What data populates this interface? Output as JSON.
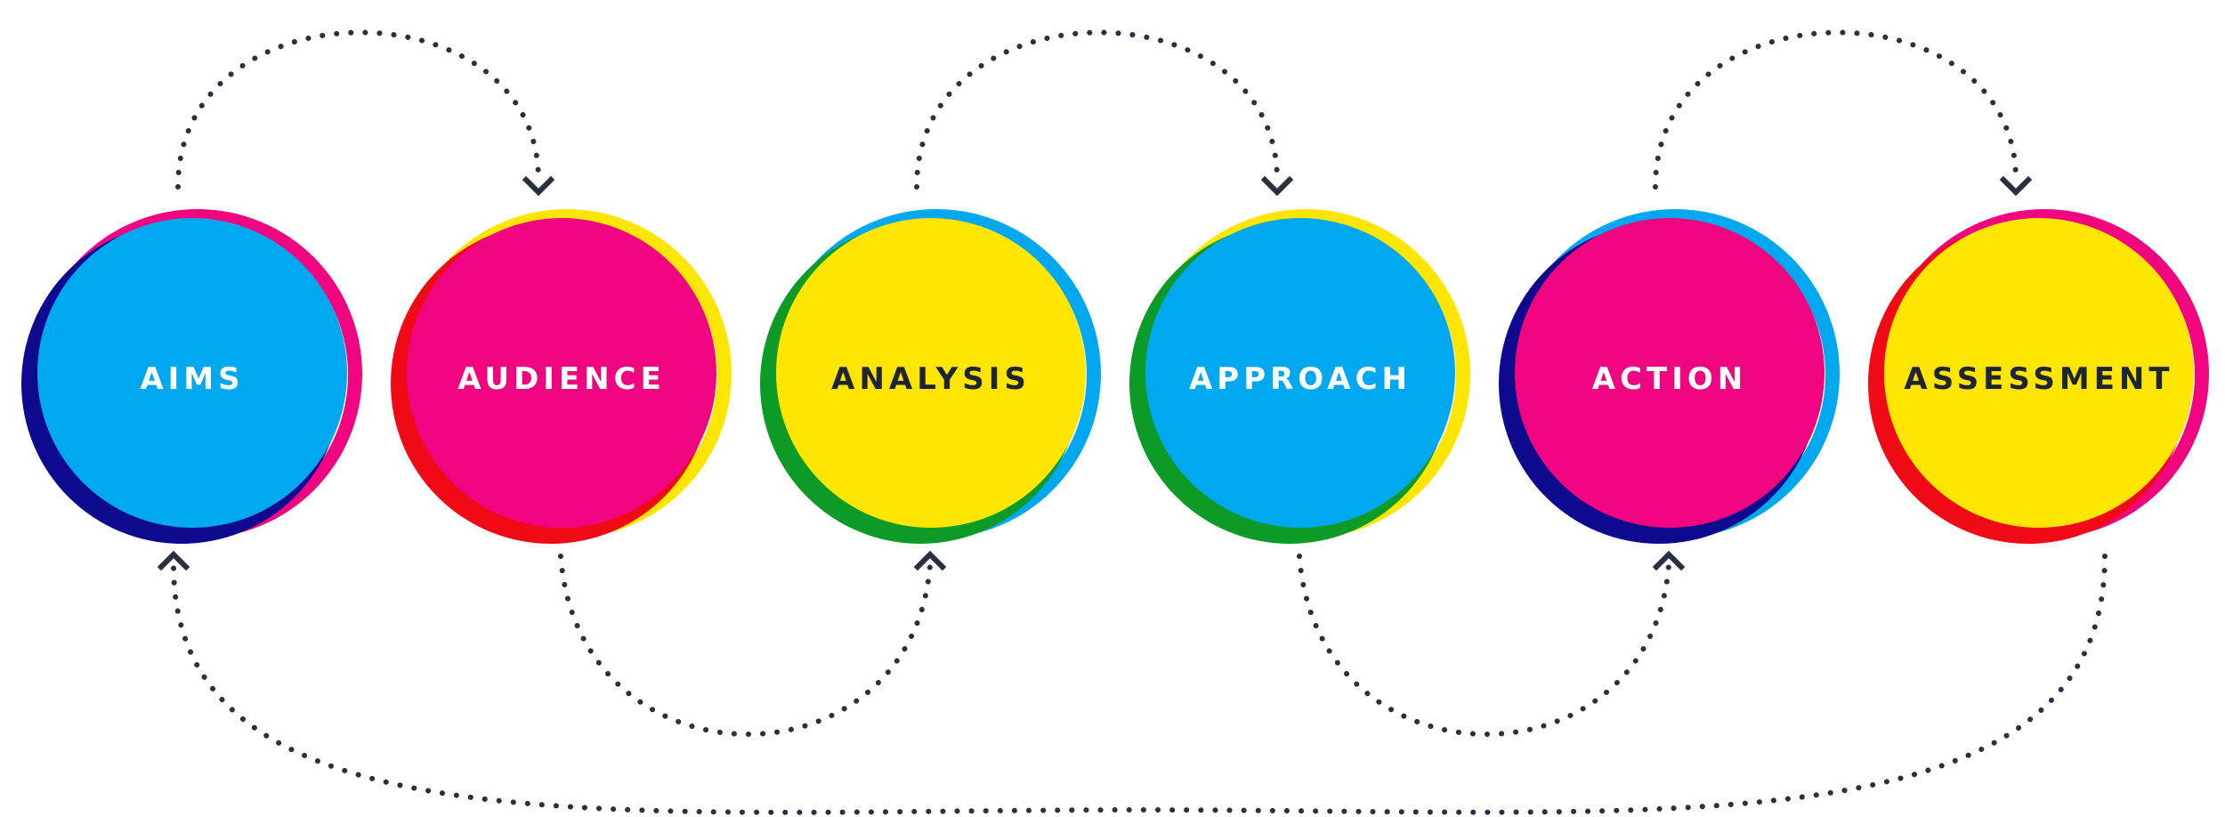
{
  "colors": {
    "cyan": "#00A8F0",
    "magenta": "#F0047F",
    "yellow": "#FFE600",
    "navy": "#0D0A8F",
    "red": "#F00A16",
    "green": "#0D9B27",
    "arrow": "#2B3040",
    "white_text": "#FFFFFF",
    "dark_text": "#1E2432"
  },
  "stages": [
    {
      "label": "AIMS",
      "fill": "cyan",
      "back": "magenta",
      "overlap": "navy",
      "text": "white_text"
    },
    {
      "label": "AUDIENCE",
      "fill": "magenta",
      "back": "yellow",
      "overlap": "red",
      "text": "white_text"
    },
    {
      "label": "ANALYSIS",
      "fill": "yellow",
      "back": "cyan",
      "overlap": "green",
      "text": "dark_text"
    },
    {
      "label": "APPROACH",
      "fill": "cyan",
      "back": "yellow",
      "overlap": "green",
      "text": "white_text"
    },
    {
      "label": "ACTION",
      "fill": "magenta",
      "back": "cyan",
      "overlap": "navy",
      "text": "white_text"
    },
    {
      "label": "ASSESSMENT",
      "fill": "yellow",
      "back": "magenta",
      "overlap": "red",
      "text": "dark_text"
    }
  ],
  "connectors": [
    {
      "from": "AIMS",
      "to": "AUDIENCE",
      "style": "dotted-arc-above"
    },
    {
      "from": "AUDIENCE",
      "to": "ANALYSIS",
      "style": "dotted-arc-below"
    },
    {
      "from": "ANALYSIS",
      "to": "APPROACH",
      "style": "dotted-arc-above"
    },
    {
      "from": "APPROACH",
      "to": "ACTION",
      "style": "dotted-arc-below"
    },
    {
      "from": "ACTION",
      "to": "ASSESSMENT",
      "style": "dotted-arc-above"
    },
    {
      "from": "ASSESSMENT",
      "to": "AIMS",
      "style": "dotted-loop-back-below"
    }
  ]
}
